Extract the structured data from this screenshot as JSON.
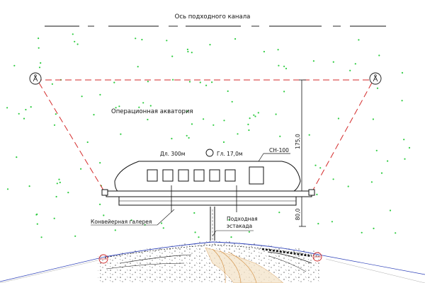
{
  "labels": {
    "channel_axis": "Ось подходного канала",
    "aquatory": "Операционная акватория",
    "length": "Дл. 300м",
    "depth": "Гл. 17,0м",
    "vessel": "СН-100",
    "conveyor": "Конвейерная галерея",
    "trestle_line1": "Подходная",
    "trestle_line2": "эстакада",
    "dim_upper": "175,0",
    "dim_lower": "80,0"
  },
  "colors": {
    "line": "#111111",
    "dashed_red": "#d42a2a",
    "green_dots": "#2ecc40",
    "shore_blue": "#2b3fb8",
    "marker_red": "#cc2222",
    "soil_hatch": "#555555",
    "contour_orange": "#d08a3a"
  },
  "icons": {
    "left_mooring": "mooring-bollard-icon",
    "right_mooring": "mooring-bollard-icon"
  }
}
